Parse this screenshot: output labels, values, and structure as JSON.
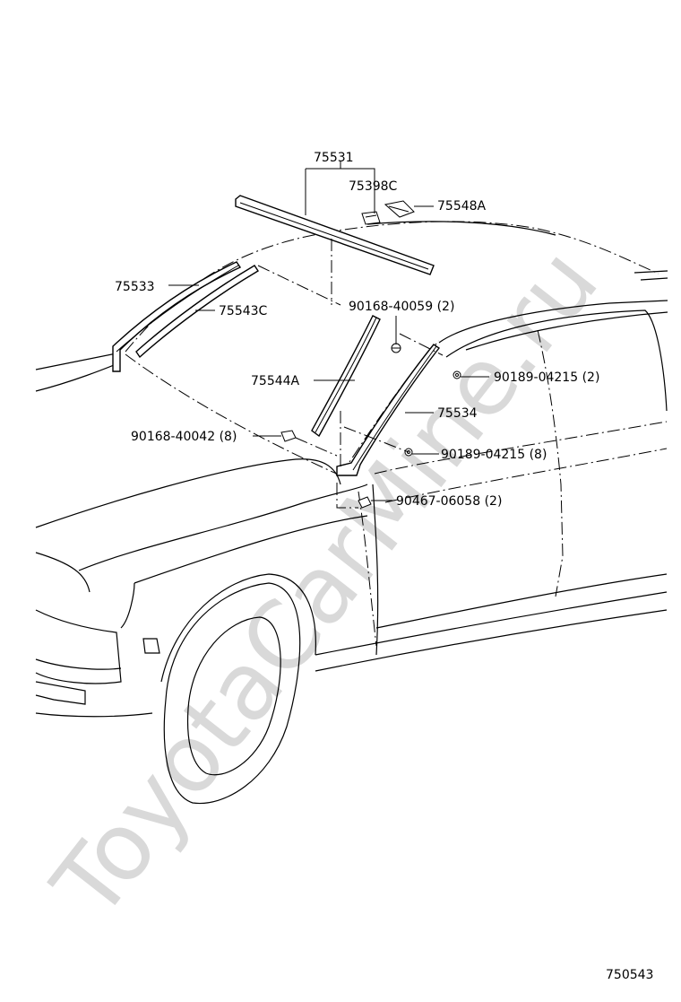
{
  "watermark": "ToyotaCarMine.ru",
  "figure_code": "750543",
  "parts": {
    "p75531": "75531",
    "p75398c": "75398C",
    "p75548a": "75548A",
    "p75533": "75533",
    "p75543c": "75543C",
    "p90168_40059": "90168-40059 (2)",
    "p75544a": "75544A",
    "p90189_04215_2": "90189-04215 (2)",
    "p75534": "75534",
    "p90168_40042": "90168-40042 (8)",
    "p90189_04215_8": "90189-04215 (8)",
    "p90467_06058": "90467-06058 (2)"
  }
}
